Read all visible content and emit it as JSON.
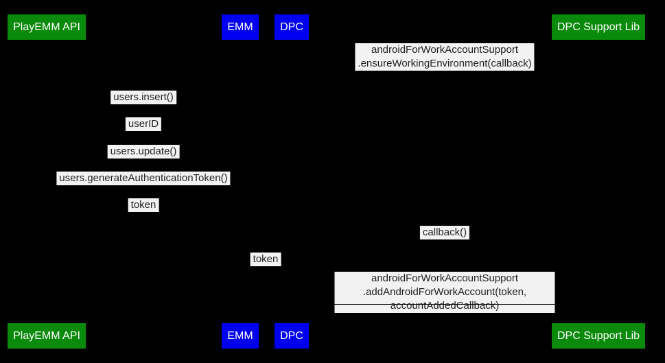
{
  "diagram": {
    "type": "sequence-diagram",
    "background": "#000000",
    "colors": {
      "diagram_bg": "#000000",
      "actor_green": "#0a8a0a",
      "actor_blue": "#0000ee",
      "actor_text": "#ffffff",
      "label_bg": "#f2f2f2",
      "label_text": "#1f1f1f",
      "line": "#000000"
    },
    "actors": [
      {
        "id": "playemm-api",
        "label": "PlayEMM API",
        "color": "#0a8a0a"
      },
      {
        "id": "emm",
        "label": "EMM",
        "color": "#0000ee"
      },
      {
        "id": "dpc",
        "label": "DPC",
        "color": "#0000ee"
      },
      {
        "id": "dpc-support-lib",
        "label": "DPC Support Lib",
        "color": "#0a8a0a"
      }
    ],
    "messages": [
      {
        "between": [
          "dpc",
          "dpc-support-lib"
        ],
        "text": "androidForWorkAccountSupport\n.ensureWorkingEnvironment(callback)"
      },
      {
        "between": [
          "playemm-api",
          "emm"
        ],
        "text": "users.insert()"
      },
      {
        "between": [
          "playemm-api",
          "emm"
        ],
        "text": "userID"
      },
      {
        "between": [
          "playemm-api",
          "emm"
        ],
        "text": "users.update()"
      },
      {
        "between": [
          "playemm-api",
          "emm"
        ],
        "text": "users.generateAuthenticationToken()"
      },
      {
        "between": [
          "playemm-api",
          "emm"
        ],
        "text": "token"
      },
      {
        "between": [
          "dpc",
          "dpc-support-lib"
        ],
        "text": "callback()"
      },
      {
        "between": [
          "emm",
          "dpc"
        ],
        "text": "token"
      },
      {
        "between": [
          "dpc",
          "dpc-support-lib"
        ],
        "text": "androidForWorkAccountSupport\n.addAndroidForWorkAccount(token, accountAddedCallback)"
      }
    ]
  }
}
